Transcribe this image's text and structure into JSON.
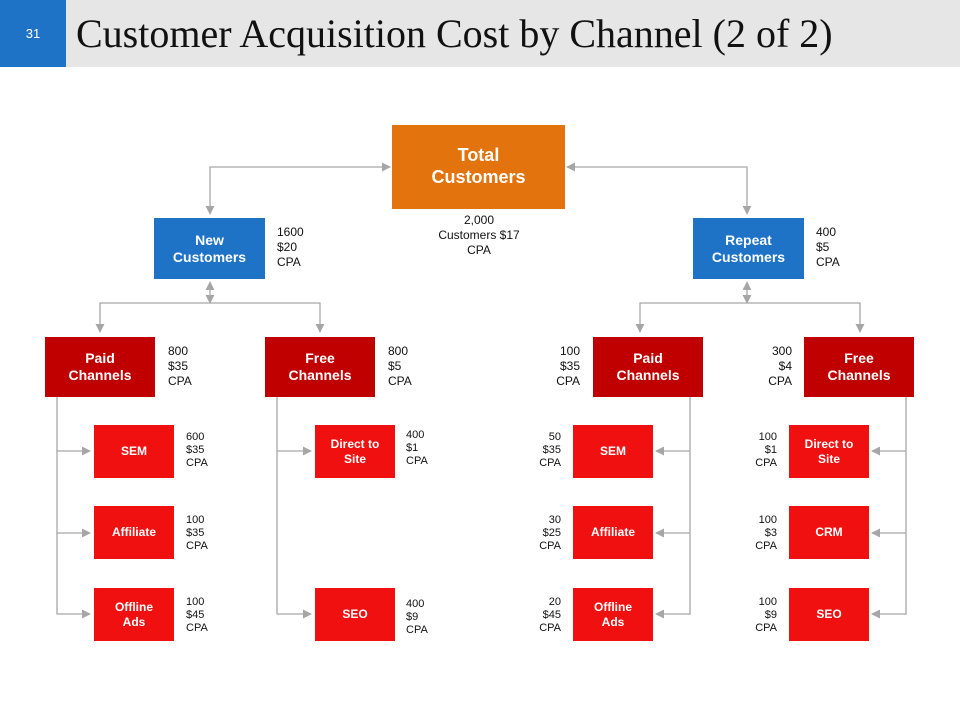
{
  "slide": {
    "number": "31",
    "title": "Customer Acquisition Cost by Channel (2 of 2)"
  },
  "colors": {
    "header_bg": "#e6e6e6",
    "accent_blue": "#1f73c6",
    "orange": "#e3730c",
    "dark_red": "#c00000",
    "red": "#f01010",
    "connector": "#a6a6a6"
  },
  "total": {
    "label": "Total Customers",
    "stats": [
      "2,000",
      "Customers $17",
      "CPA"
    ]
  },
  "new_customers": {
    "label": "New Customers",
    "stats": [
      "1600",
      "$20",
      "CPA"
    ]
  },
  "repeat_customers": {
    "label": "Repeat Customers",
    "stats": [
      "400",
      "$5",
      "CPA"
    ]
  },
  "new_paid": {
    "label": "Paid Channels",
    "stats": [
      "800",
      "$35",
      "CPA"
    ],
    "items": [
      {
        "label": "SEM",
        "stats": [
          "600",
          "$35",
          "CPA"
        ]
      },
      {
        "label": "Affiliate",
        "stats": [
          "100",
          "$35",
          "CPA"
        ]
      },
      {
        "label": "Offline Ads",
        "stats": [
          "100",
          "$45",
          "CPA"
        ]
      }
    ]
  },
  "new_free": {
    "label": "Free Channels",
    "stats": [
      "800",
      "$5",
      "CPA"
    ],
    "items": [
      {
        "label": "Direct to Site",
        "stats": [
          "400",
          "$1",
          "CPA"
        ]
      },
      {
        "label": "SEO",
        "stats": [
          "400",
          "$9",
          "CPA"
        ]
      }
    ]
  },
  "repeat_paid": {
    "label": "Paid Channels",
    "stats": [
      "100",
      "$35",
      "CPA"
    ],
    "items": [
      {
        "label": "SEM",
        "stats": [
          "50",
          "$35",
          "CPA"
        ]
      },
      {
        "label": "Affiliate",
        "stats": [
          "30",
          "$25",
          "CPA"
        ]
      },
      {
        "label": "Offline Ads",
        "stats": [
          "20",
          "$45",
          "CPA"
        ]
      }
    ]
  },
  "repeat_free": {
    "label": "Free Channels",
    "stats": [
      "300",
      "$4",
      "CPA"
    ],
    "items": [
      {
        "label": "Direct to Site",
        "stats": [
          "100",
          "$1",
          "CPA"
        ]
      },
      {
        "label": "CRM",
        "stats": [
          "100",
          "$3",
          "CPA"
        ]
      },
      {
        "label": "SEO",
        "stats": [
          "100",
          "$9",
          "CPA"
        ]
      }
    ]
  }
}
